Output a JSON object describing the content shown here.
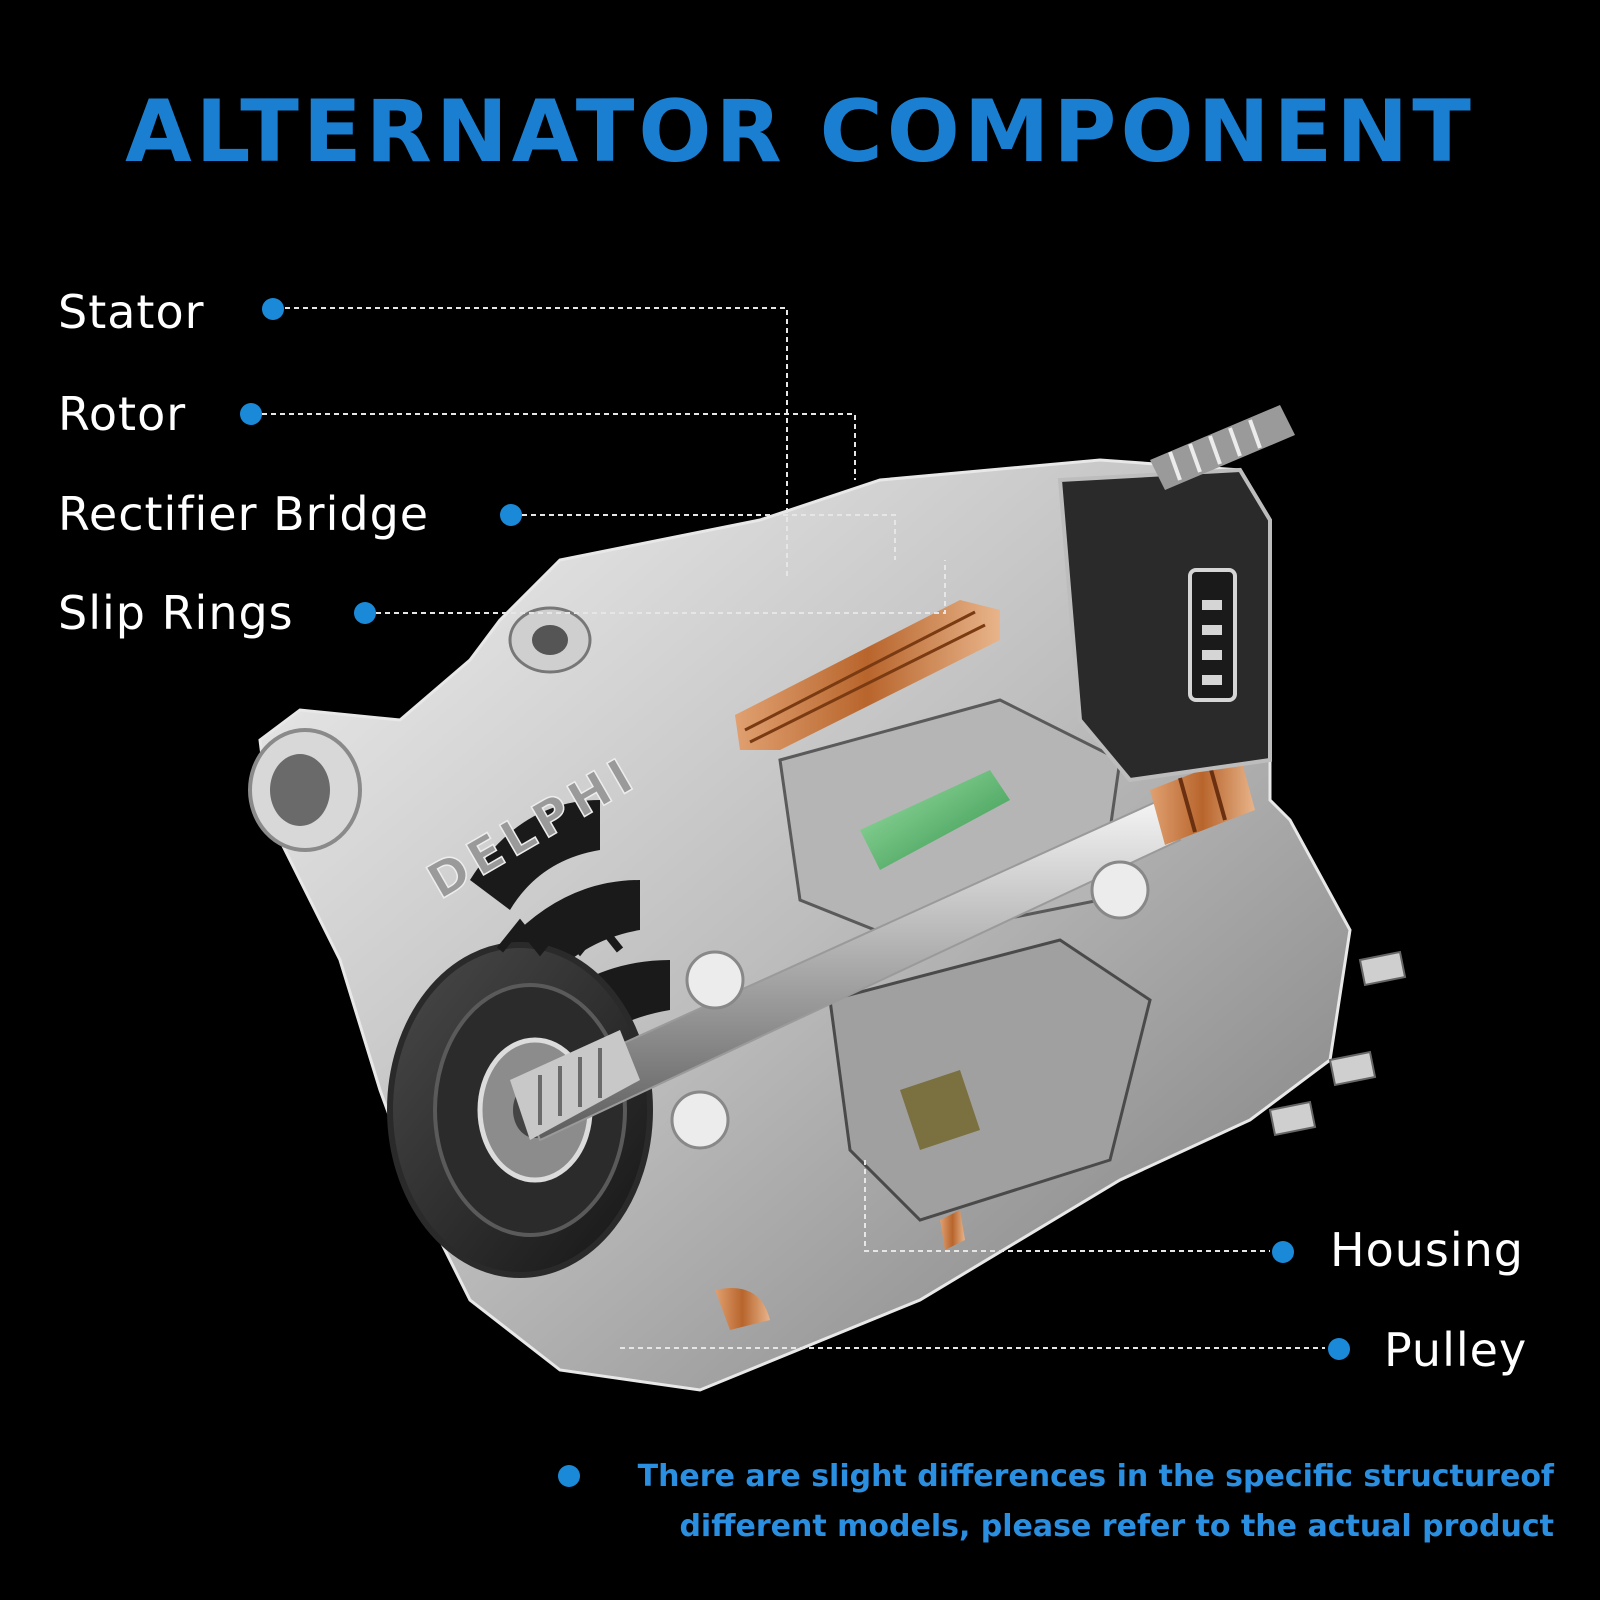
{
  "title": "ALTERNATOR COMPONENT",
  "labels": {
    "stator": "Stator",
    "rotor": "Rotor",
    "rectifier_bridge": "Rectifier Bridge",
    "slip_rings": "Slip Rings",
    "housing": "Housing",
    "pulley": "Pulley"
  },
  "brand_mark": "DELPHI",
  "note": {
    "line1": "There are slight differences in the specific structureof",
    "line2": "different models, please refer to the actual product"
  },
  "colors": {
    "background": "#000000",
    "accent": "#1a7fd0",
    "label": "#ffffff",
    "copper": "#c8773a",
    "metal": "#cfcfcf"
  }
}
